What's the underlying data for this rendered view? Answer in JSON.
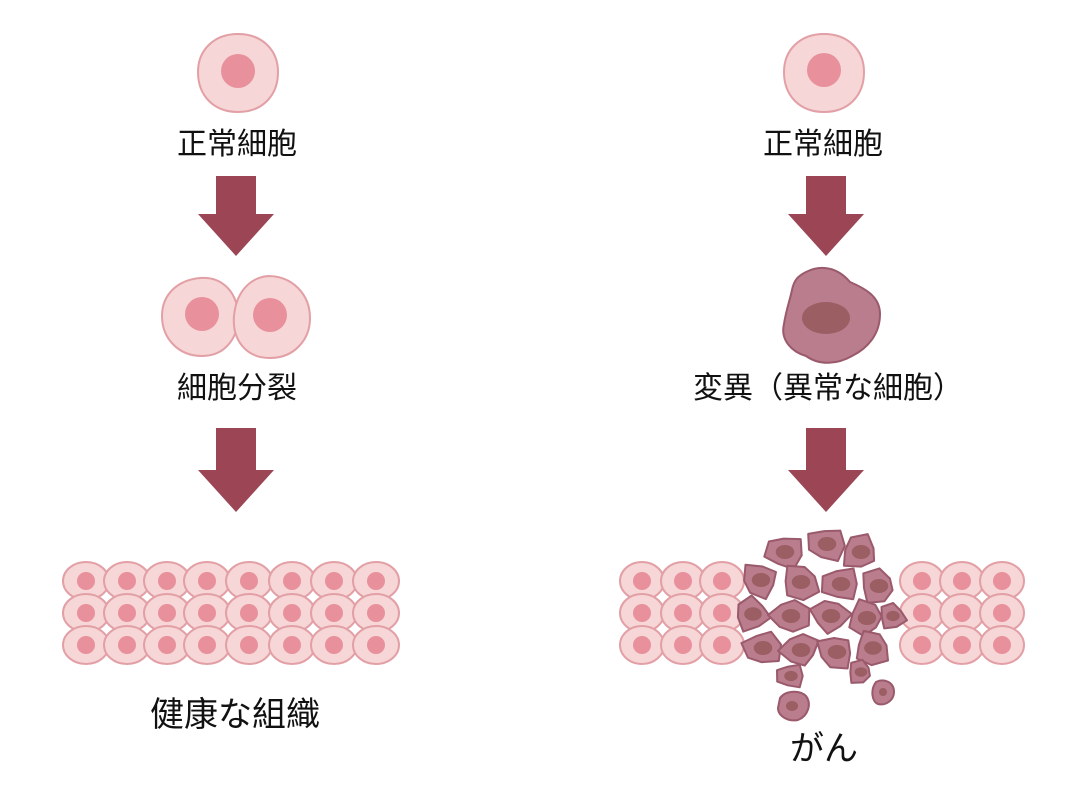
{
  "colors": {
    "background": "#ffffff",
    "normal_cell_fill": "#f6d6d6",
    "normal_cell_stroke": "#e2a0a6",
    "normal_nucleus": "#e8909c",
    "mutated_cell_fill": "#b97d8d",
    "mutated_cell_stroke": "#9a5a6c",
    "mutated_nucleus": "#9b5e62",
    "arrow": "#9b4555",
    "text": "#111111"
  },
  "left_column": {
    "step1_label": "正常細胞",
    "step2_label": "細胞分裂",
    "step3_label": "健康な組織"
  },
  "right_column": {
    "step1_label": "正常細胞",
    "step2_label": "変異（異常な細胞）",
    "step3_label": "がん"
  }
}
